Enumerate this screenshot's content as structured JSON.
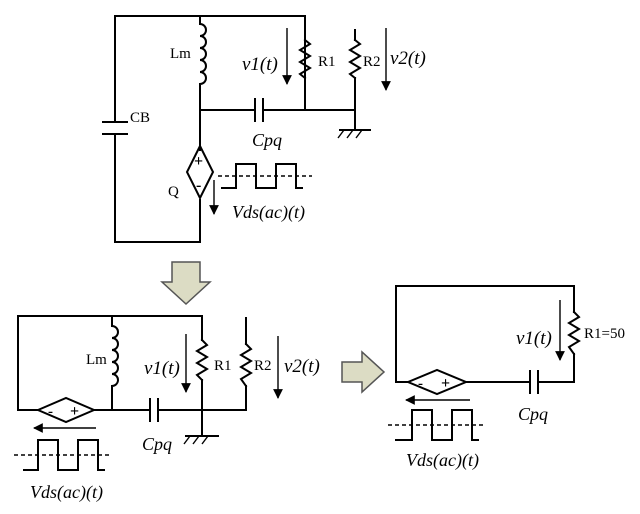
{
  "labels": {
    "lm": "Lm",
    "cb": "CB",
    "q": "Q",
    "r1": "R1",
    "r2": "R2",
    "r1_value": "R1=50",
    "v1": "v1(t)",
    "v2": "v2(t)",
    "cpq": "Cpq",
    "vds": "Vds(ac)(t)",
    "plus": "+",
    "minus": "-"
  },
  "colors": {
    "wire": "#000000",
    "arrow_fill": "#dcdcc4",
    "arrow_stroke": "#555555"
  }
}
